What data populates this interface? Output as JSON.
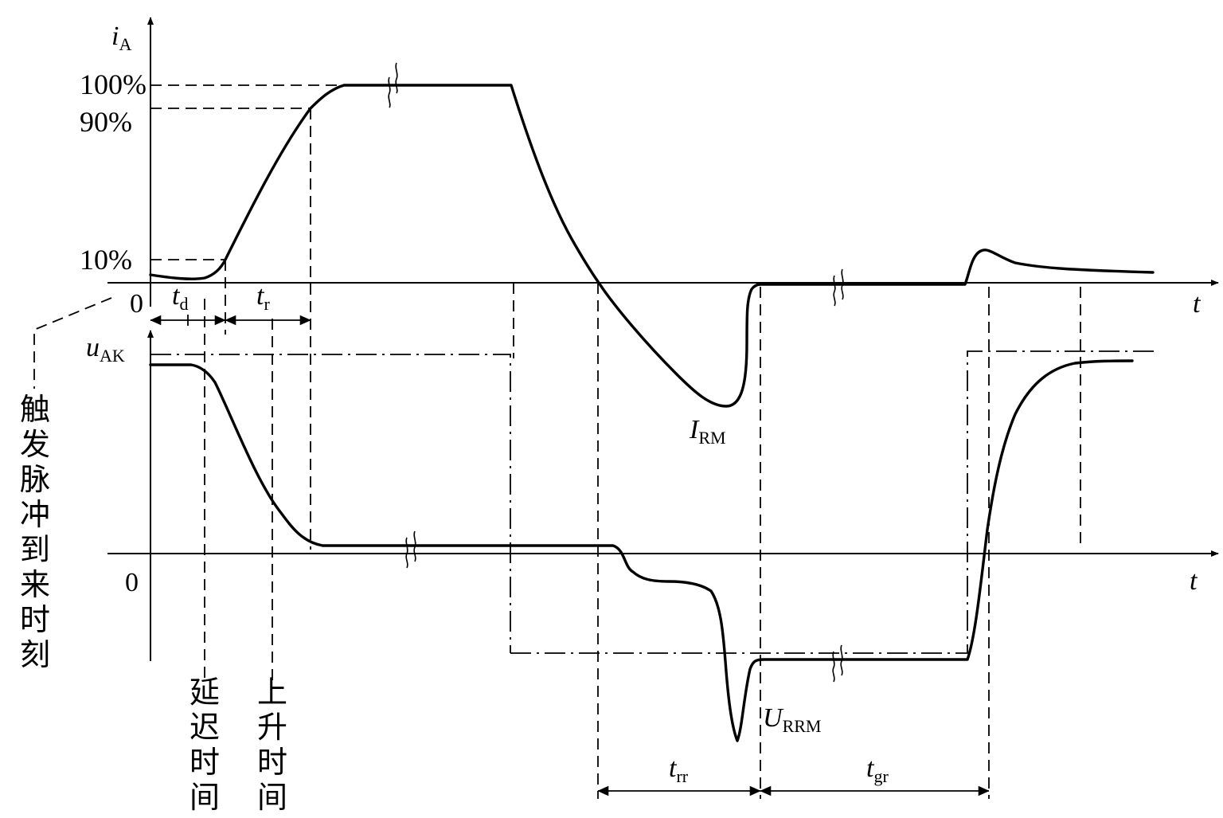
{
  "current_axis": {
    "symbol": "i",
    "subscript": "A",
    "origin": "0",
    "time_label": "t",
    "levels": [
      "100%",
      "90%",
      "10%"
    ]
  },
  "voltage_axis": {
    "symbol": "u",
    "subscript": "AK",
    "origin": "0",
    "time_label": "t"
  },
  "intervals": {
    "delay": {
      "symbol": "t",
      "subscript": "d"
    },
    "rise": {
      "symbol": "t",
      "subscript": "r"
    },
    "reverse_recovery": {
      "symbol": "t",
      "subscript": "rr"
    },
    "gate_recovery": {
      "symbol": "t",
      "subscript": "gr"
    }
  },
  "peaks": {
    "current": {
      "symbol": "I",
      "subscript": "RM"
    },
    "voltage": {
      "symbol": "U",
      "subscript": "RRM"
    }
  },
  "chinese_labels": {
    "trigger_moment": [
      "触",
      "发",
      "脉",
      "冲",
      "到",
      "来",
      "时",
      "刻"
    ],
    "delay_time": [
      "延",
      "迟",
      "时",
      "间"
    ],
    "rise_time": [
      "上",
      "升",
      "时",
      "间"
    ]
  }
}
